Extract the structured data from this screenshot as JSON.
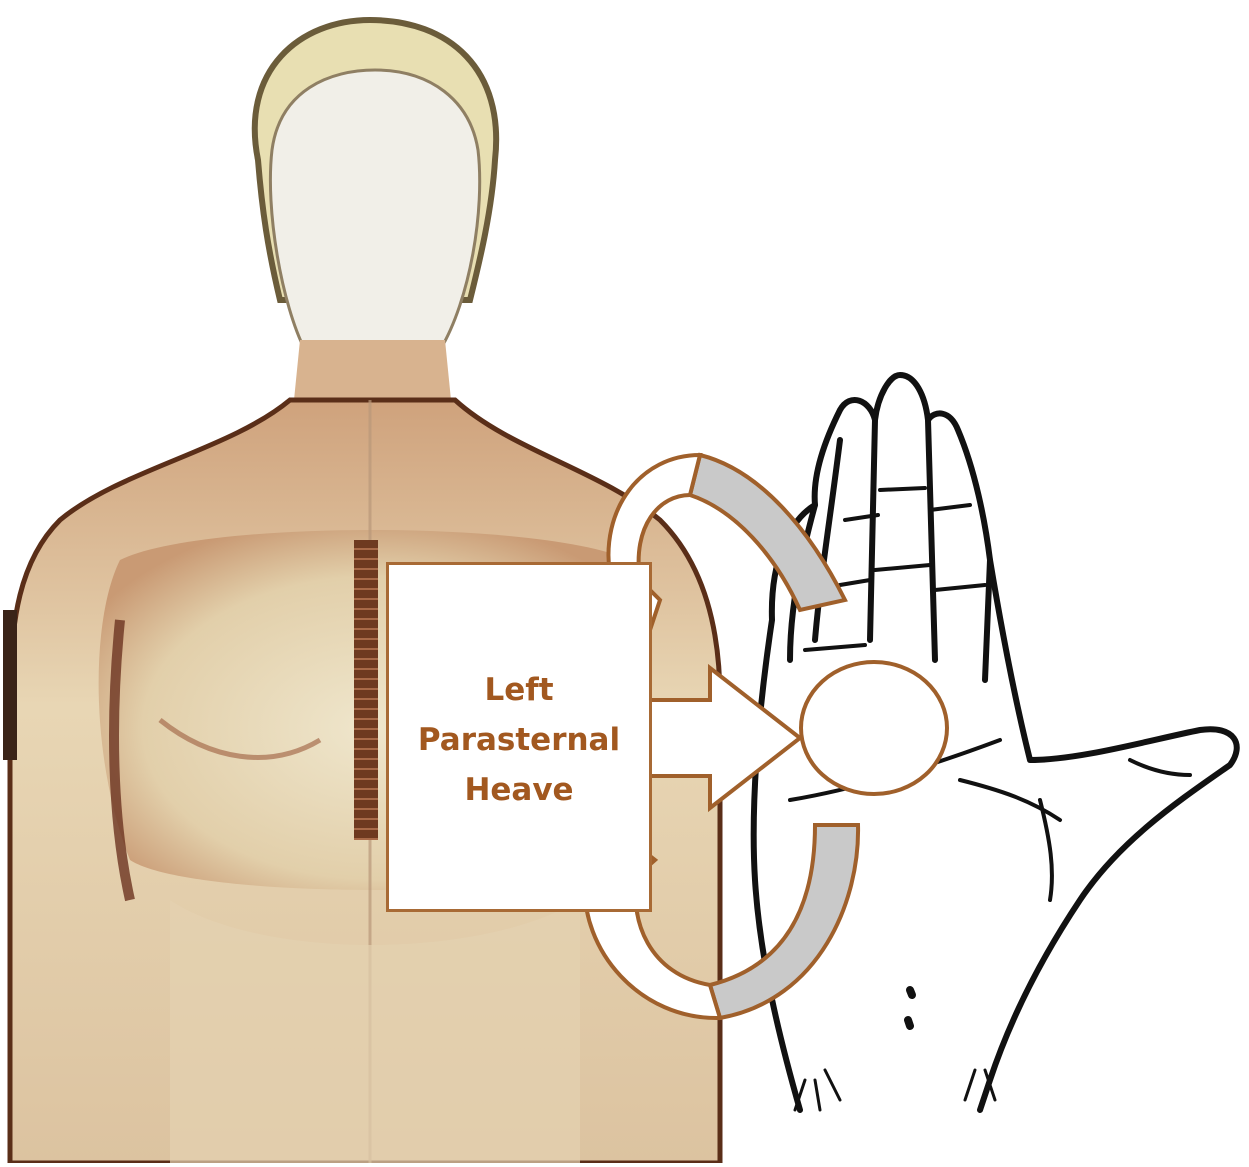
{
  "diagram": {
    "label_lines": [
      "Left",
      "Parasternal",
      "Heave"
    ]
  }
}
